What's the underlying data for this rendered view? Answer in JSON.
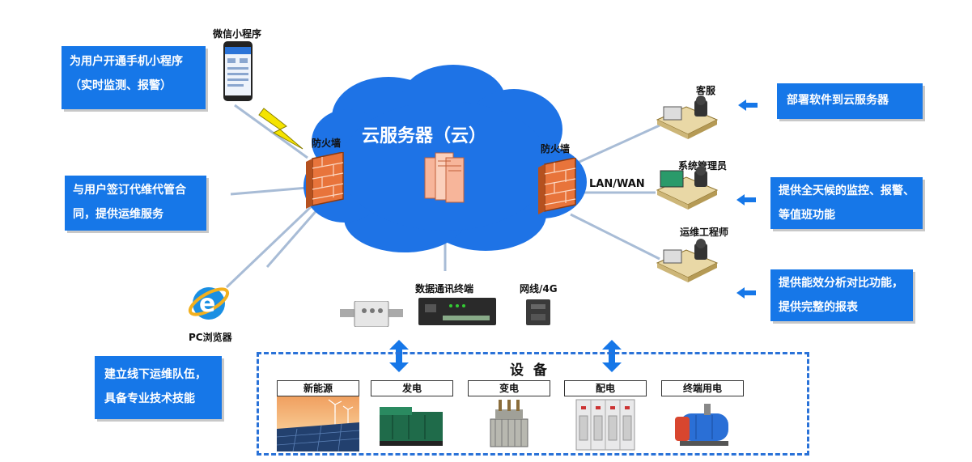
{
  "cloud": {
    "title": "云服务器（云）"
  },
  "firewalls": {
    "left_label": "防火墙",
    "right_label": "防火墙"
  },
  "network": {
    "lan_wan": "LAN/WAN",
    "data_terminal": "数据通讯终端",
    "wired_4g": "网线/4G"
  },
  "clients": {
    "wechat_label": "微信小程序",
    "pc_label": "PC浏览器"
  },
  "roles": {
    "customer_service": "客服",
    "sys_admin": "系统管理员",
    "ops_engineer": "运维工程师"
  },
  "left_boxes": [
    {
      "line1": "为用户开通手机小程序",
      "line2": "（实时监测、报警）"
    },
    {
      "line1": "与用户签订代维代管合",
      "line2": "同，提供运维服务"
    },
    {
      "line1": "建立线下运维队伍，",
      "line2": "具备专业技术技能"
    }
  ],
  "right_boxes": [
    {
      "line1": "部署软件到云服务器"
    },
    {
      "line1": "提供全天候的监控、报警、",
      "line2": "等值班功能"
    },
    {
      "line1": "提供能效分析对比功能，",
      "line2": "提供完整的报表"
    }
  ],
  "devices": {
    "title": "设  备",
    "categories": [
      "新能源",
      "发电",
      "变电",
      "配电",
      "终端用电"
    ]
  },
  "colors": {
    "accent_blue": "#1677e8",
    "cloud_blue": "#1e73e6",
    "line_gray": "#9fb4d0",
    "dashed_border": "#2a72d8"
  }
}
